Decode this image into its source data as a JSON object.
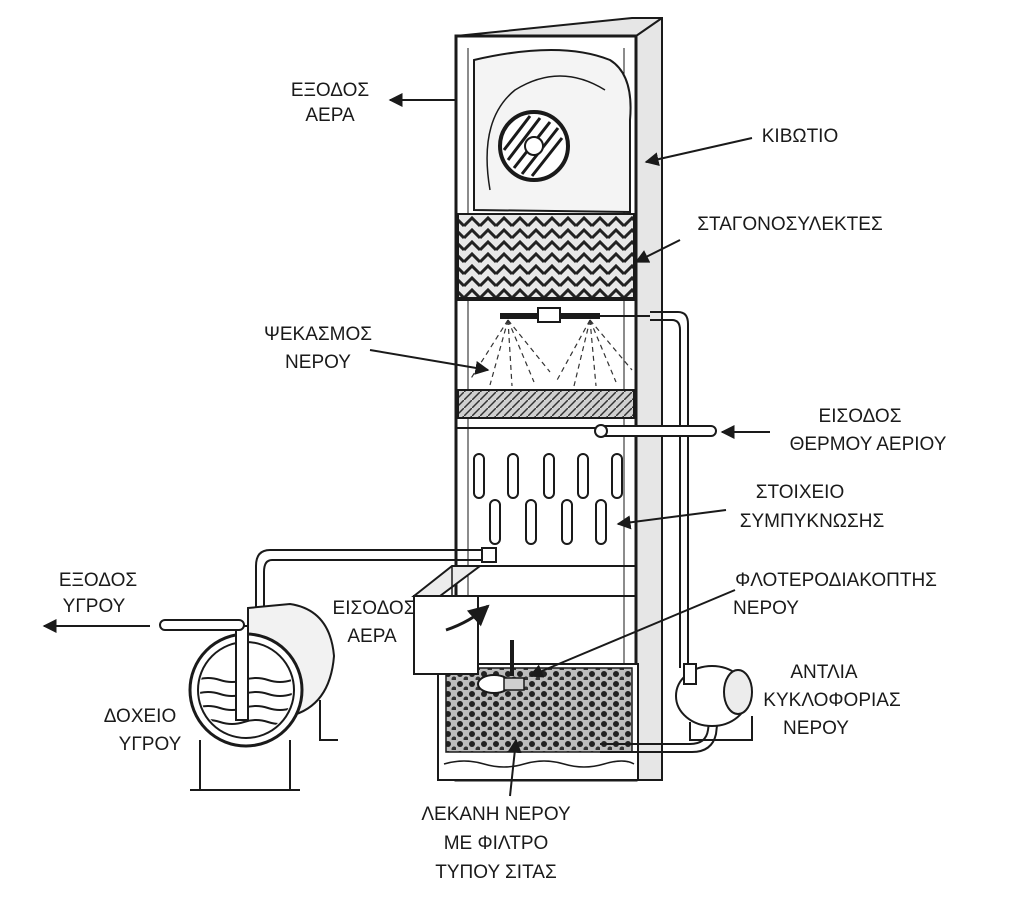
{
  "labels": {
    "air_outlet": [
      "ΕΞΟΔΟΣ",
      "ΑΕΡΑ"
    ],
    "casing": [
      "ΚΙΒΩΤΙΟ"
    ],
    "droplet_separators": [
      "ΣΤΑΓΟΝΟΣΥΛΕΚΤΕΣ"
    ],
    "water_spray": [
      "ΨΕΚΑΣΜΟΣ",
      "ΝΕΡΟΥ"
    ],
    "hot_gas_inlet": [
      "ΕΙΣΟΔΟΣ",
      "ΘΕΡΜΟΥ ΑΕΡΙΟΥ"
    ],
    "condensing_element": [
      "ΣΤΟΙΧΕΙΟ",
      "ΣΥΜΠΥΚΝΩΣΗΣ"
    ],
    "liquid_outlet": [
      "ΕΞΟΔΟΣ",
      "ΥΓΡΟΥ"
    ],
    "air_inlet": [
      "ΕΙΣΟΔΟΣ",
      "ΑΕΡΑ"
    ],
    "float_switch": [
      "ΦΛΟΤΕΡΟΔΙΑΚΟΠΤΗΣ",
      "ΝΕΡΟΥ"
    ],
    "circulation_pump": [
      "ΑΝΤΛΙΑ",
      "ΚΥΚΛΟΦΟΡΙΑΣ",
      "ΝΕΡΟΥ"
    ],
    "liquid_tank": [
      "ΔΟΧΕΙΟ",
      "ΥΓΡΟΥ"
    ],
    "water_basin": [
      "ΛΕΚΑΝΗ ΝΕΡΟΥ",
      "ΜΕ ΦΙΛΤΡΟ",
      "ΤΥΠΟΥ ΣΙΤΑΣ"
    ]
  },
  "colors": {
    "ink": "#1a1a1a",
    "shade": "#555555",
    "paper": "#ffffff"
  }
}
